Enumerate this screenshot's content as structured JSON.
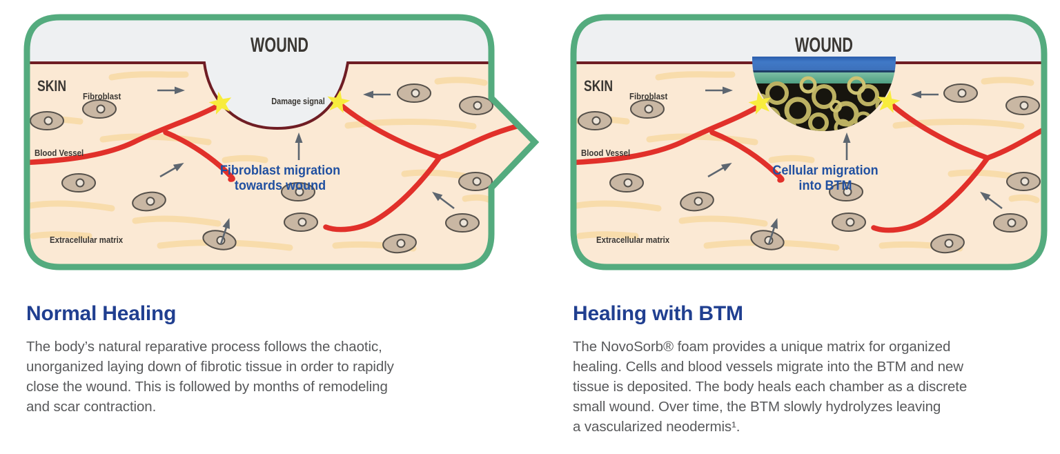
{
  "panels": {
    "left": {
      "title": "WOUND",
      "skin": "SKIN",
      "fibroblast": "Fibroblast",
      "damage_signal": "Damage signal",
      "blood_vessel": "Blood Vessel",
      "extracellular_matrix": "Extracellular matrix",
      "annotation_line1": "Fibroblast migration",
      "annotation_line2": "towards wound"
    },
    "right": {
      "title": "WOUND",
      "skin": "SKIN",
      "fibroblast": "Fibroblast",
      "blood_vessel": "Blood Vessel",
      "extracellular_matrix": "Extracellular matrix",
      "annotation_line1": "Cellular migration",
      "annotation_line2": "into BTM"
    }
  },
  "sections": {
    "left": {
      "heading": "Normal Healing",
      "body": "The body’s natural reparative process follows the chaotic,\nunorganized laying down of fibrotic tissue in order to rapidly\nclose the wound. This is followed by months of remodeling\nand scar contraction."
    },
    "right": {
      "heading": "Healing with BTM",
      "body": "The NovoSorb® foam provides a unique matrix for organized\nhealing. Cells and blood vessels migrate into the BTM and new\ntissue is deposited. The body heals each chamber as a discrete\nsmall wound. Over time, the BTM slowly hydrolyzes leaving\na vascularized neodermis¹."
    }
  },
  "colors": {
    "panel_border_green": "#54ab7e",
    "skin_fill": "#fbe9d4",
    "wound_fill": "#eef0f2",
    "skin_surface_maroon": "#6f1d24",
    "vessel_red": "#e1302a",
    "fiber_tan": "#f8dcab",
    "cell_fill": "#c9b7a3",
    "star_yellow": "#f8ec3d",
    "annotation_blue": "#2150a0",
    "heading_blue": "#203f90",
    "body_text_gray": "#58595b",
    "btm_seal_blue": "#3f76c4",
    "btm_layer_green": "#5aa88f",
    "btm_foam_olive": "#bcb162",
    "btm_foam_dark": "#17150e"
  }
}
